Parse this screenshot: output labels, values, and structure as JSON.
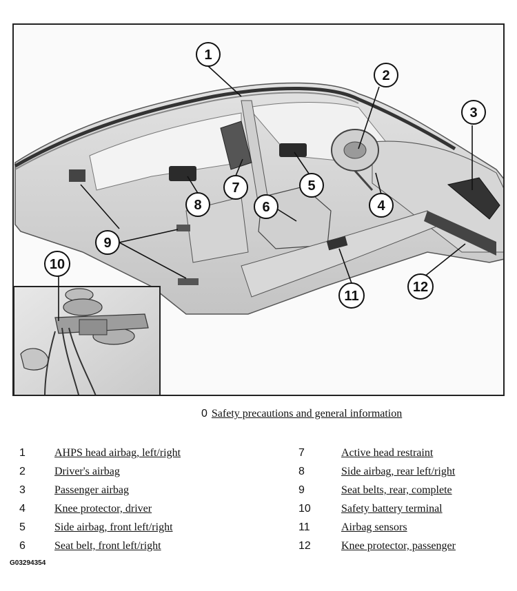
{
  "figure": {
    "callouts": [
      "1",
      "2",
      "3",
      "4",
      "5",
      "6",
      "7",
      "8",
      "9",
      "10",
      "11",
      "12"
    ],
    "inset_callout": "10"
  },
  "reference": {
    "number": "0",
    "label": "Safety precautions and general information"
  },
  "legend": {
    "left": [
      {
        "number": "1",
        "label": "AHPS head airbag, left/right"
      },
      {
        "number": "2",
        "label": "Driver's airbag"
      },
      {
        "number": "3",
        "label": "Passenger airbag"
      },
      {
        "number": "4",
        "label": "Knee protector, driver"
      },
      {
        "number": "5",
        "label": "Side airbag, front left/right"
      },
      {
        "number": "6",
        "label": "Seat belt, front left/right"
      }
    ],
    "right": [
      {
        "number": "7",
        "label": "Active head restraint"
      },
      {
        "number": "8",
        "label": "Side airbag, rear left/right"
      },
      {
        "number": "9",
        "label": "Seat belts, rear, complete"
      },
      {
        "number": "10",
        "label": "Safety battery terminal"
      },
      {
        "number": "11",
        "label": "Airbag sensors"
      },
      {
        "number": "12",
        "label": "Knee protector, passenger"
      }
    ]
  },
  "figure_code": "G03294354"
}
